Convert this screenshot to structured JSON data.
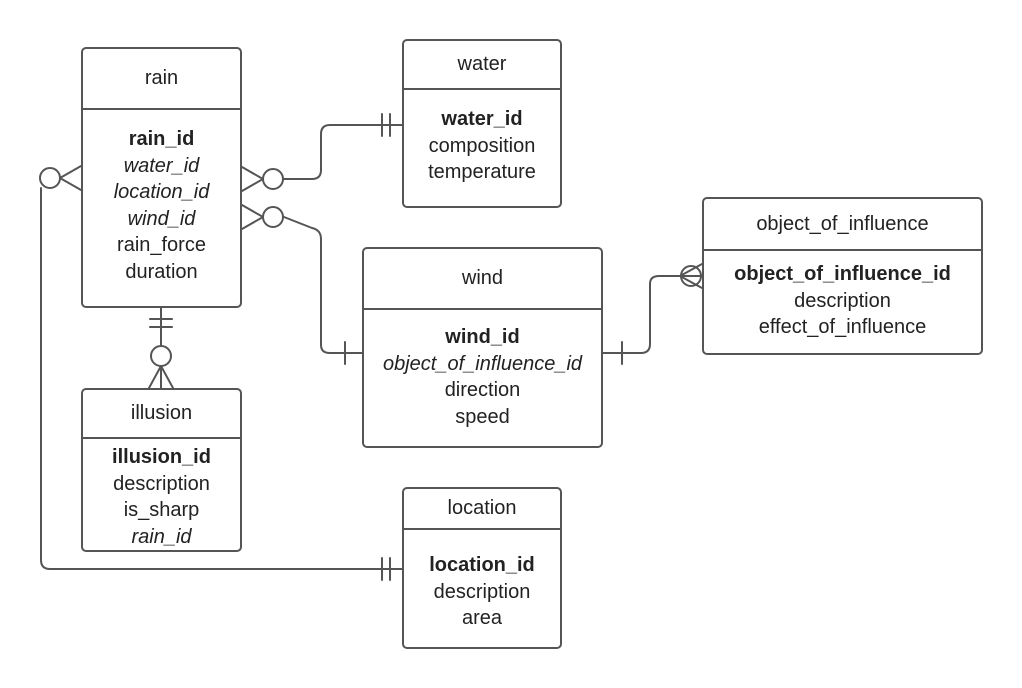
{
  "entities": {
    "rain": {
      "title": "rain",
      "attributes": [
        {
          "name": "rain_id",
          "key": "pk"
        },
        {
          "name": "water_id",
          "key": "fk"
        },
        {
          "name": "location_id",
          "key": "fk"
        },
        {
          "name": "wind_id",
          "key": "fk"
        },
        {
          "name": "rain_force",
          "key": ""
        },
        {
          "name": "duration",
          "key": ""
        }
      ]
    },
    "water": {
      "title": "water",
      "attributes": [
        {
          "name": "water_id",
          "key": "pk"
        },
        {
          "name": "composition",
          "key": ""
        },
        {
          "name": "temperature",
          "key": ""
        }
      ]
    },
    "wind": {
      "title": "wind",
      "attributes": [
        {
          "name": "wind_id",
          "key": "pk"
        },
        {
          "name": "object_of_influence_id",
          "key": "fk"
        },
        {
          "name": "direction",
          "key": ""
        },
        {
          "name": "speed",
          "key": ""
        }
      ]
    },
    "object_of_influence": {
      "title": "object_of_influence",
      "attributes": [
        {
          "name": "object_of_influence_id",
          "key": "pk"
        },
        {
          "name": "description",
          "key": ""
        },
        {
          "name": "effect_of_influence",
          "key": ""
        }
      ]
    },
    "illusion": {
      "title": "illusion",
      "attributes": [
        {
          "name": "illusion_id",
          "key": "pk"
        },
        {
          "name": "description",
          "key": ""
        },
        {
          "name": "is_sharp",
          "key": ""
        },
        {
          "name": "rain_id",
          "key": "fk"
        }
      ]
    },
    "location": {
      "title": "location",
      "attributes": [
        {
          "name": "location_id",
          "key": "pk"
        },
        {
          "name": "description",
          "key": ""
        },
        {
          "name": "area",
          "key": ""
        }
      ]
    }
  },
  "relationships": [
    {
      "from": "rain",
      "to": "water",
      "from_end": "zero-or-many",
      "to_end": "exactly-one"
    },
    {
      "from": "rain",
      "to": "wind",
      "from_end": "zero-or-many",
      "to_end": "exactly-one"
    },
    {
      "from": "wind",
      "to": "object_of_influence",
      "from_end": "exactly-one",
      "to_end": "zero-or-many"
    },
    {
      "from": "rain",
      "to": "illusion",
      "from_end": "exactly-one",
      "to_end": "zero-or-many"
    },
    {
      "from": "rain",
      "to": "location",
      "from_end": "zero-or-many",
      "to_end": "exactly-one"
    }
  ],
  "colors": {
    "line": "#555555",
    "text": "#222222",
    "background": "#ffffff"
  }
}
